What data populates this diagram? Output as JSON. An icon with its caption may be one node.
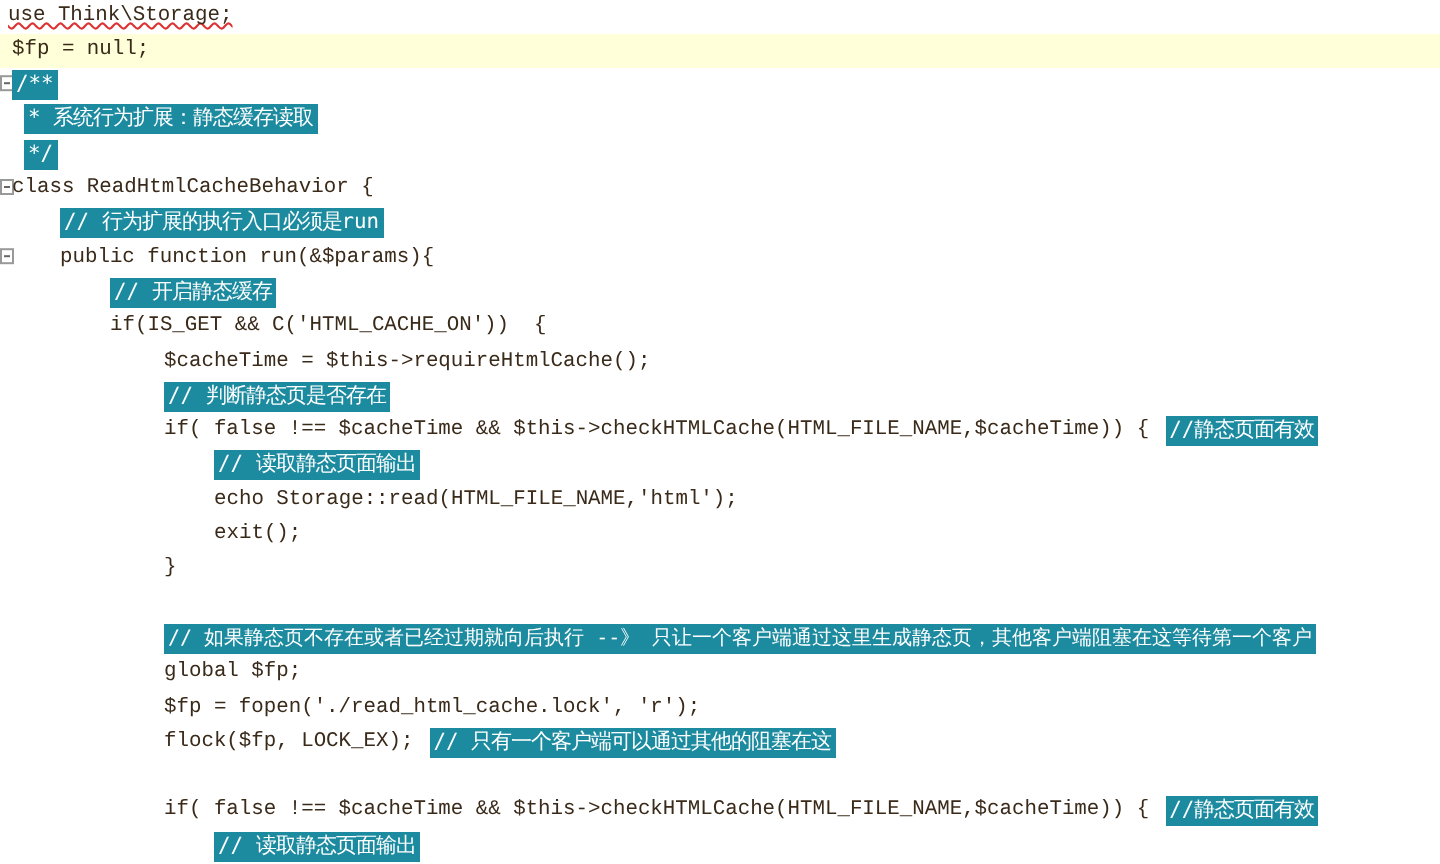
{
  "diagram": {
    "labels": [
      "use Think\\Storage;",
      "$fp = null;",
      "/**",
      "* 系统行为扩展：静态缓存读取",
      "*/",
      "class ReadHtmlCacheBehavior {",
      "// 行为扩展的执行入口必须是run",
      "public function run(&$params){",
      "// 开启静态缓存",
      "if(IS_GET && C('HTML_CACHE_ON'))  {",
      "$cacheTime = $this->requireHtmlCache();",
      "// 判断静态页是否存在",
      "if( false !== $cacheTime && $this->checkHTMLCache(HTML_FILE_NAME,$cacheTime)) {",
      "//静态页面有效",
      "// 读取静态页面输出",
      "echo Storage::read(HTML_FILE_NAME,'html');",
      "exit();",
      "}",
      "// 如果静态页不存在或者已经过期就向后执行 --》 只让一个客户端通过这里生成静态页，其他客户端阻塞在这等待第一个客户",
      "global $fp;",
      "$fp = fopen('./read_html_cache.lock', 'r');",
      "flock($fp, LOCK_EX);",
      "// 只有一个客户端可以通过其他的阻塞在这",
      "if( false !== $cacheTime && $this->checkHTMLCache(HTML_FILE_NAME,$cacheTime)) {",
      "//静态页面有效",
      "// 读取静态页面输出"
    ]
  }
}
